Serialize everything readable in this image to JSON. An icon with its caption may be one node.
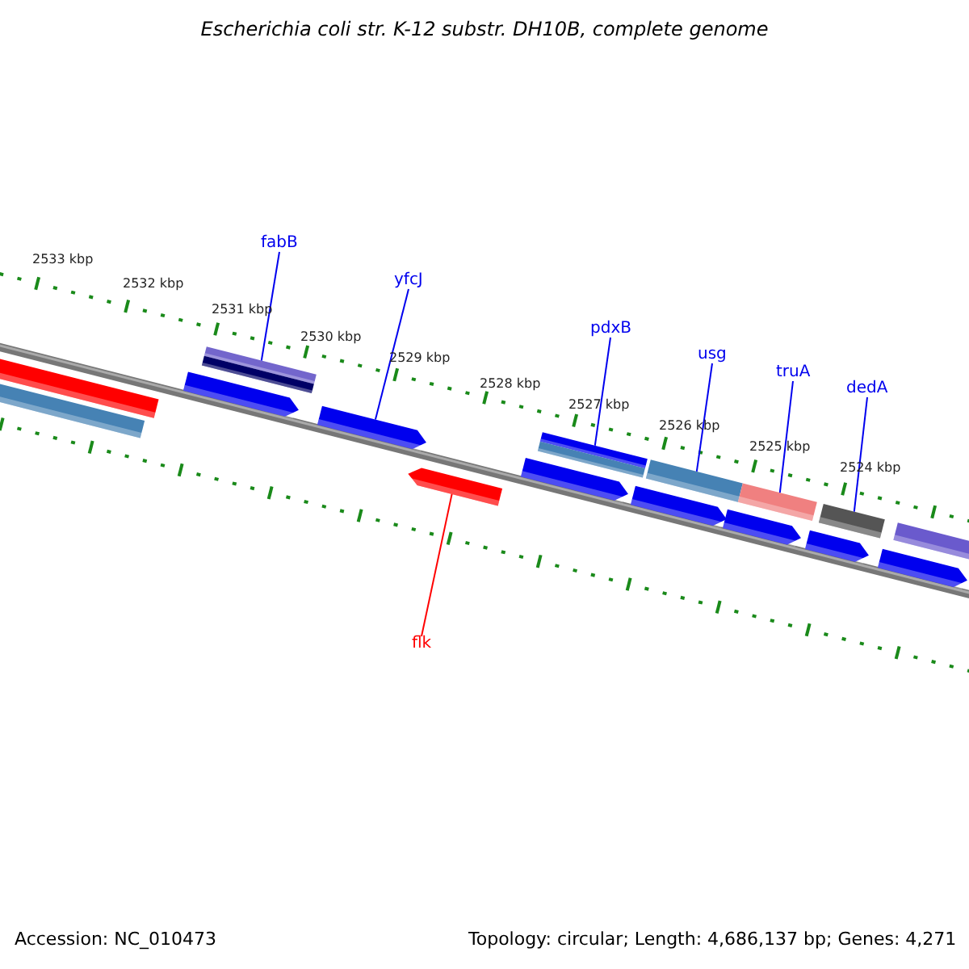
{
  "diagram": {
    "title": "Escherichia coli str. K-12 substr. DH10B, complete genome",
    "nodes": [
      {
        "text": [
          "fabB"
        ]
      },
      {
        "text": [
          "yfcJ"
        ]
      },
      {
        "text": [
          "pdxB"
        ]
      },
      {
        "text": [
          "usg"
        ]
      },
      {
        "text": [
          "truA"
        ]
      },
      {
        "text": [
          "dedA"
        ]
      },
      {
        "text": [
          "flk"
        ]
      },
      {
        "text": [],
        "shape": "bar"
      },
      {
        "text": [],
        "shape": "bar"
      },
      {
        "text": [],
        "shape": "arrow"
      },
      {
        "text": [],
        "shape": "bar"
      },
      {
        "text": [],
        "shape": "bar"
      },
      {
        "text": [],
        "shape": "arrow"
      },
      {
        "text": [],
        "shape": "arrow"
      },
      {
        "text": [],
        "shape": "arrow"
      },
      {
        "text": [],
        "shape": "bar"
      },
      {
        "text": [],
        "shape": "bar"
      },
      {
        "text": [],
        "shape": "arrow"
      },
      {
        "text": [],
        "shape": "bar"
      },
      {
        "text": [],
        "shape": "arrow"
      },
      {
        "text": [],
        "shape": "bar"
      },
      {
        "text": [],
        "shape": "arrow"
      },
      {
        "text": [],
        "shape": "bar"
      },
      {
        "text": [],
        "shape": "arrow"
      },
      {
        "text": [],
        "shape": "bar"
      }
    ],
    "edges": [
      {
        "from": 0,
        "to": 10,
        "arrow": "none"
      },
      {
        "from": 1,
        "to": 12,
        "arrow": "none"
      },
      {
        "from": 2,
        "to": 15,
        "arrow": "none"
      },
      {
        "from": 3,
        "to": 18,
        "arrow": "none"
      },
      {
        "from": 4,
        "to": 20,
        "arrow": "none"
      },
      {
        "from": 5,
        "to": 22,
        "arrow": "none"
      },
      {
        "from": 6,
        "to": 13,
        "arrow": "none",
        "color": "#ff0000"
      }
    ],
    "labels": [
      "2533 kbp",
      "2532 kbp",
      "2531 kbp",
      "2530 kbp",
      "2529 kbp",
      "2528 kbp",
      "2527 kbp",
      "2526 kbp",
      "2525 kbp",
      "2524 kbp",
      "Accession: NC_010473",
      "Topology: circular; Length: 4,686,137 bp; Genes: 4,271"
    ]
  }
}
